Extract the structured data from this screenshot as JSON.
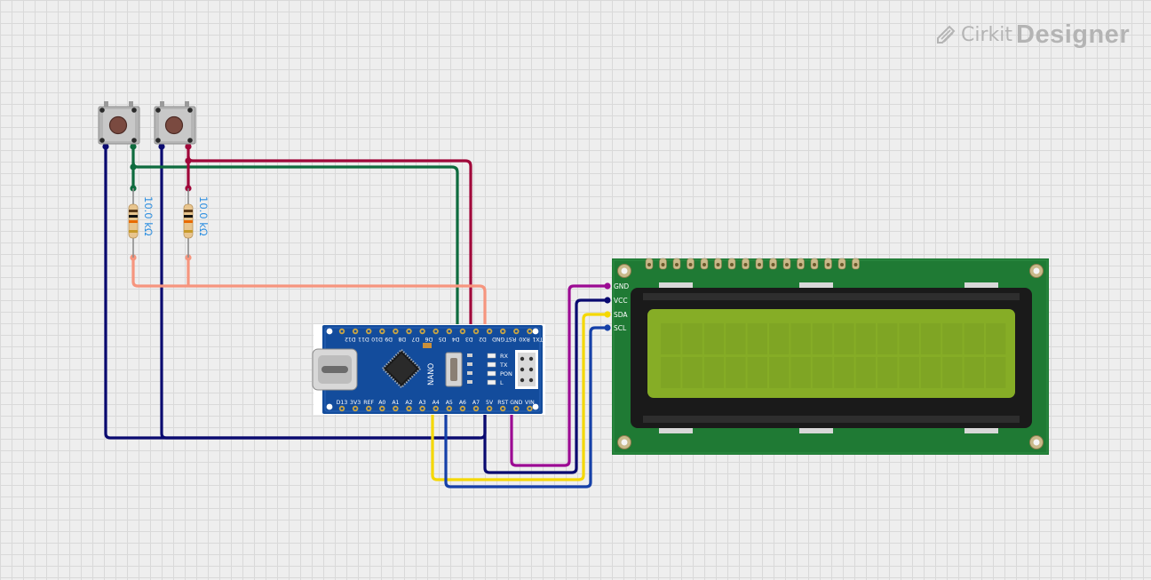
{
  "app": {
    "name_part1": "Cirkit",
    "name_part2": "Designer"
  },
  "components": {
    "resistor_1": {
      "label": "10.0 kΩ"
    },
    "resistor_2": {
      "label": "10.0 kΩ"
    },
    "nano": {
      "board_label": "NANO",
      "top_pins": [
        "D12",
        "D11",
        "D10",
        "D9",
        "D8",
        "D7",
        "D6",
        "D5",
        "D4",
        "D3",
        "D2",
        "GND",
        "RST",
        "RX0",
        "TX1"
      ],
      "bottom_pins": [
        "D13",
        "3V3",
        "REF",
        "A0",
        "A1",
        "A2",
        "A3",
        "A4",
        "A5",
        "A6",
        "A7",
        "5V",
        "RST",
        "GND",
        "VIN"
      ],
      "leds": [
        "RX",
        "TX",
        "PON",
        "L"
      ]
    },
    "lcd": {
      "pins": [
        "GND",
        "VCC",
        "SDA",
        "SCL"
      ]
    }
  },
  "colors": {
    "ground_wire": "#0a0a70",
    "button1_signal": "#0e6b3e",
    "button2_signal": "#a0083a",
    "pullup_wire": "#f6957e",
    "lcd_gnd_wire": "#9c0b93",
    "lcd_vcc_wire": "#0a0a70",
    "lcd_sda_wire": "#f5d800",
    "lcd_scl_wire": "#1540a8"
  }
}
